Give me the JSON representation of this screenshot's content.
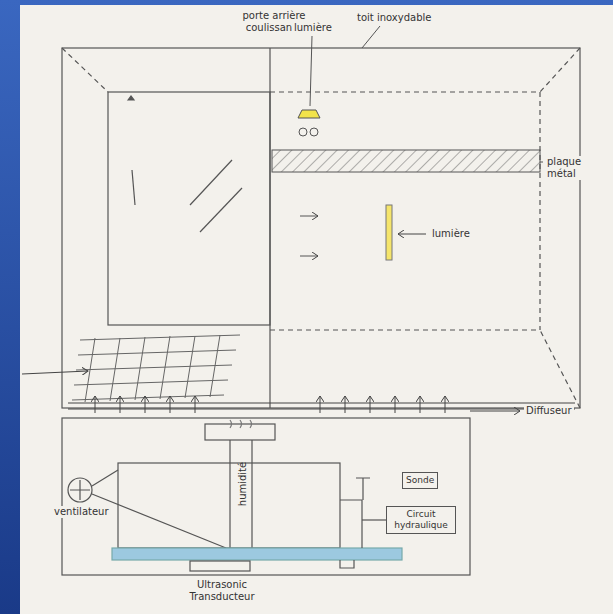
{
  "diagram": {
    "nodes": [
      {
        "text": [
          "Circuit hydraulique"
        ]
      },
      {
        "text": [
          "Sonde"
        ]
      }
    ],
    "labels": [
      "porte arrière coulissante",
      "lumière",
      "toit inoxydable",
      "plaque métal",
      "lumière",
      "Diffuseur",
      "humidité",
      "ventilateur",
      "Ultrasonic Transducteur"
    ]
  }
}
